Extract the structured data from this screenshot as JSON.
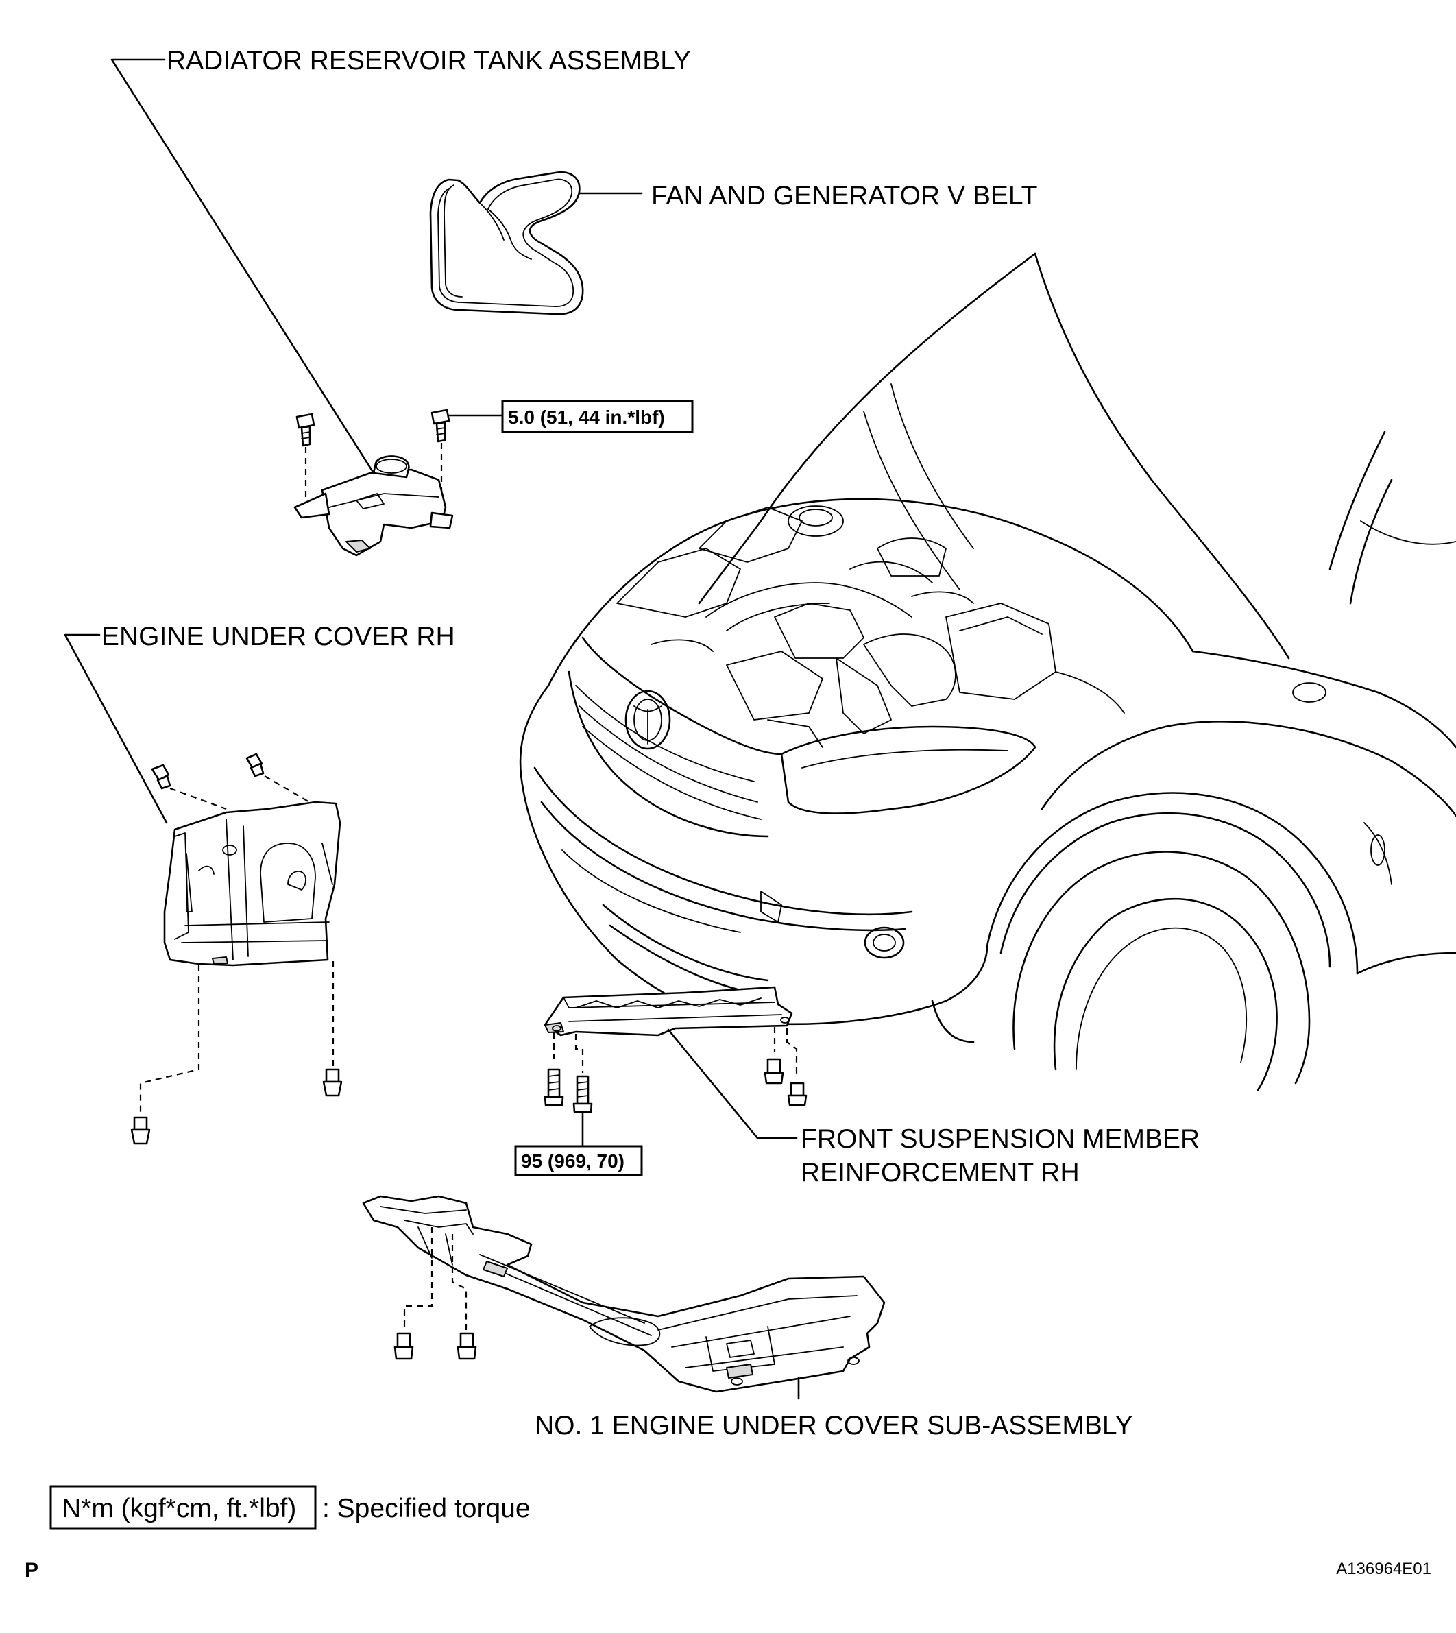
{
  "labels": {
    "reservoir_tank": "RADIATOR RESERVOIR TANK ASSEMBLY",
    "v_belt": "FAN AND GENERATOR V BELT",
    "under_cover_rh": "ENGINE UNDER COVER RH",
    "suspension_reinf_line1": "FRONT SUSPENSION MEMBER",
    "suspension_reinf_line2": "REINFORCEMENT RH",
    "no1_under_cover": "NO. 1 ENGINE UNDER COVER SUB-ASSEMBLY"
  },
  "torques": {
    "reservoir_bolt": "5.0 (51, 44 in.*lbf)",
    "suspension_bolt": "95 (969, 70)"
  },
  "legend": {
    "box_text": "N*m (kgf*cm, ft.*lbf)",
    "description": ": Specified torque"
  },
  "footer": {
    "page_letter": "P",
    "figure_id": "A136964E01"
  }
}
